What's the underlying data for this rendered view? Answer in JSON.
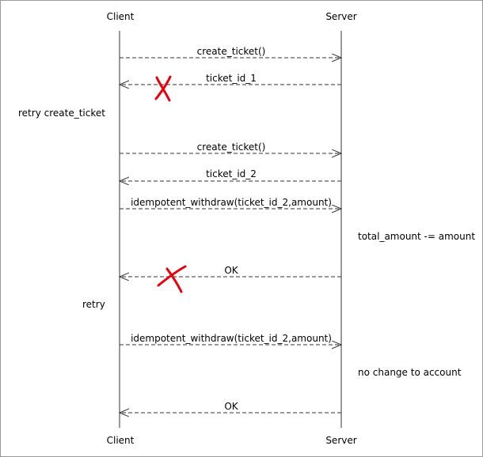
{
  "participants": {
    "client": {
      "top_label": "Client",
      "bottom_label": "Client"
    },
    "server": {
      "top_label": "Server",
      "bottom_label": "Server"
    }
  },
  "messages": [
    {
      "label": "create_ticket()",
      "direction": "client-to-server",
      "lost": false
    },
    {
      "label": "ticket_id_1",
      "direction": "server-to-client",
      "lost": true
    },
    {
      "label": "create_ticket()",
      "direction": "client-to-server",
      "lost": false
    },
    {
      "label": "ticket_id_2",
      "direction": "server-to-client",
      "lost": false
    },
    {
      "label": "idempotent_withdraw(ticket_id_2,amount)",
      "direction": "client-to-server",
      "lost": false
    },
    {
      "label": "OK",
      "direction": "server-to-client",
      "lost": true
    },
    {
      "label": "idempotent_withdraw(ticket_id_2,amount)",
      "direction": "client-to-server",
      "lost": false
    },
    {
      "label": "OK",
      "direction": "server-to-client",
      "lost": false
    }
  ],
  "notes": {
    "retry_create_ticket": "retry create_ticket",
    "total_amount": "total_amount -= amount",
    "retry": "retry",
    "no_change": "no change to account"
  },
  "colors": {
    "line": "#333333",
    "lost_mark": "#e8000b"
  }
}
